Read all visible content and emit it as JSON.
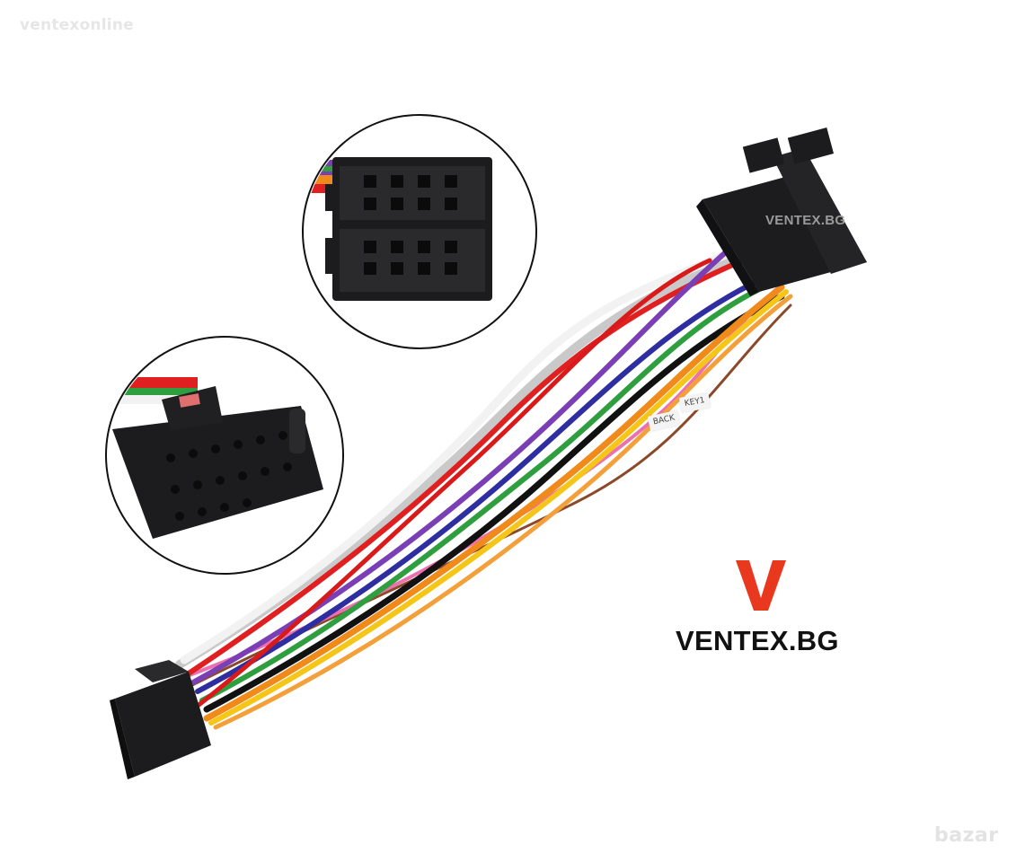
{
  "watermark": {
    "corner_text": "ventexonline",
    "plug_text": "VENTEX.BG"
  },
  "brand": {
    "mark": "V",
    "name": "VENTEX.BG",
    "mark_color": "#e8391f"
  },
  "wire_tags": [
    {
      "text": "KEY1"
    },
    {
      "text": "BACK"
    }
  ],
  "site_badge": "bazar",
  "colors": {
    "connector": "#1c1c1e",
    "wires": [
      "#e02020",
      "#ffffff",
      "#7b3fb5",
      "#2e2ea0",
      "#2f9e3f",
      "#f08a1a",
      "#f5c518",
      "#111111",
      "#ec6fb0",
      "#8a4a2a",
      "#b0b0b0",
      "#3a7be0"
    ]
  }
}
